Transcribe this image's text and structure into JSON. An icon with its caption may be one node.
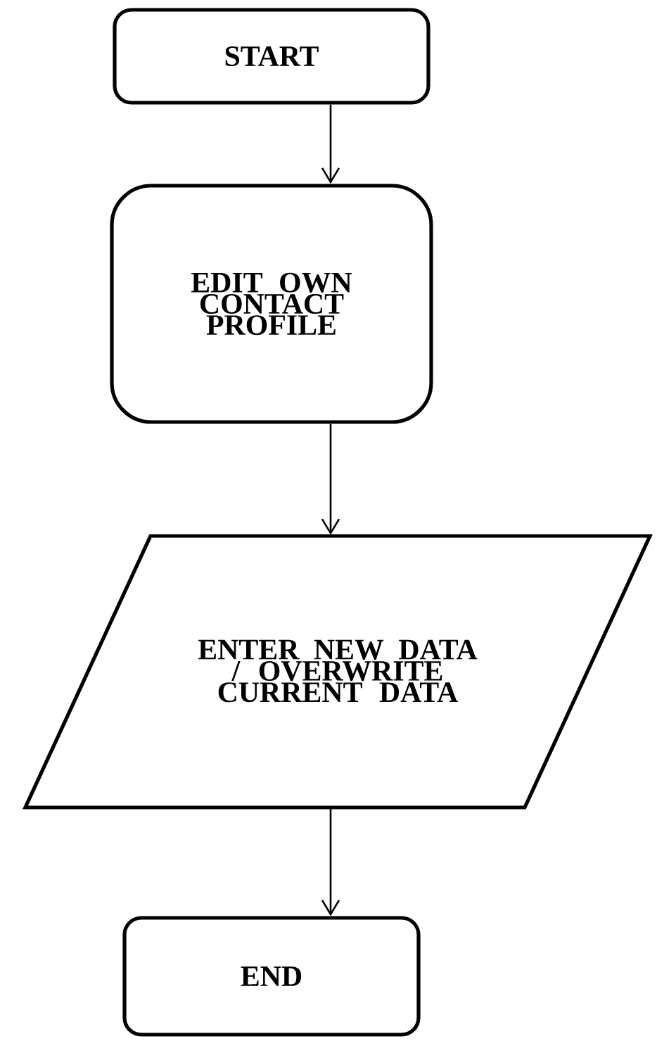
{
  "diagram": {
    "nodes": [
      {
        "text": [
          "START"
        ]
      },
      {
        "text": [
          "EDIT OWN CONTACT PROFILE"
        ]
      },
      {
        "text": [
          "ENTER NEW DATA / OVERWRITE CURRENT DATA"
        ]
      },
      {
        "text": [
          "END"
        ]
      }
    ],
    "edges": [
      {
        "from": 0,
        "to": 1,
        "arrow": "to"
      },
      {
        "from": 1,
        "to": 2,
        "arrow": "to"
      },
      {
        "from": 2,
        "to": 3,
        "arrow": "to"
      }
    ]
  }
}
